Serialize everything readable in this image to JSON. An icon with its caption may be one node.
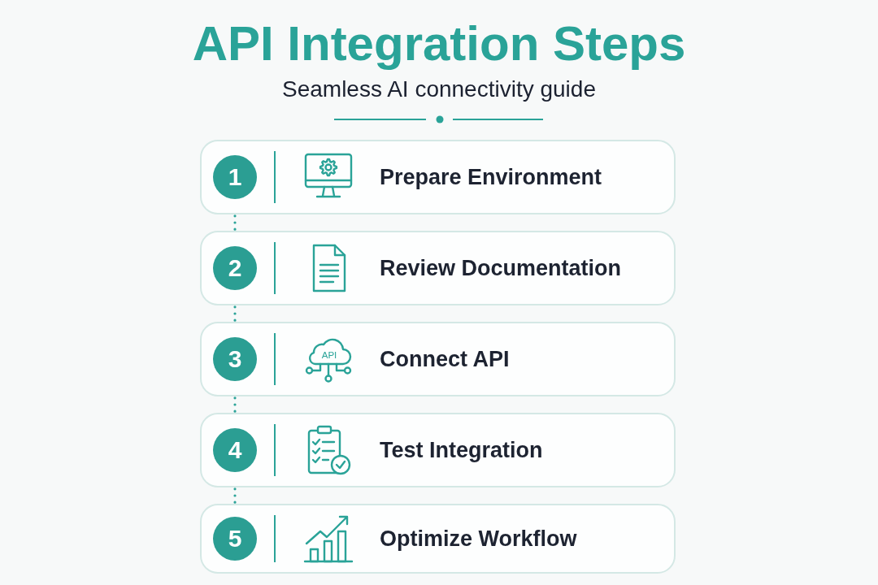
{
  "diagram": {
    "title": "API Integration Steps",
    "nodes": [
      {
        "text": [
          "Prepare Environment"
        ]
      },
      {
        "text": [
          "1"
        ],
        "in": 0
      },
      {
        "text": [
          "Review Documentation"
        ]
      },
      {
        "text": [
          "2"
        ],
        "in": 2
      },
      {
        "text": [
          "Connect API"
        ]
      },
      {
        "text": [
          "3"
        ],
        "in": 4
      },
      {
        "text": [
          "Test Integration"
        ]
      },
      {
        "text": [
          "4"
        ],
        "in": 6
      },
      {
        "text": [
          "Optimize Workflow"
        ]
      },
      {
        "text": [
          "5"
        ],
        "in": 8
      }
    ],
    "edges": [
      {
        "from": 0,
        "to": 2,
        "arrow": "none",
        "style": "dashed"
      },
      {
        "from": 2,
        "to": 4,
        "arrow": "none",
        "style": "dashed"
      },
      {
        "from": 4,
        "to": 6,
        "arrow": "none",
        "style": "dashed"
      },
      {
        "from": 6,
        "to": 8,
        "arrow": "none",
        "style": "dashed"
      }
    ],
    "labels": [
      "Seamless AI connectivity guide",
      "API"
    ]
  }
}
